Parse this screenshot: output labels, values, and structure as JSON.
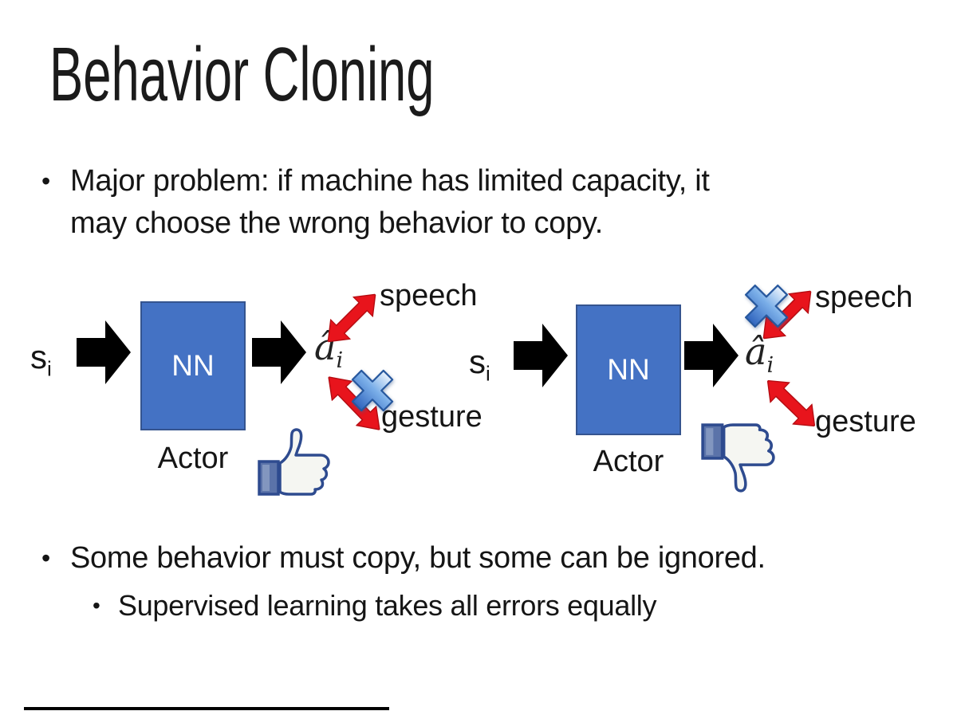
{
  "slide": {
    "title": "Behavior Cloning",
    "bullets": {
      "marker": "•",
      "b1_line1": "Major problem: if machine has limited capacity, it",
      "b1_line2": "may choose the wrong behavior to copy.",
      "b2": "Some behavior must copy, but some can be ignored.",
      "b2_sub": "Supervised learning takes all errors equally"
    }
  },
  "diagram_left": {
    "input_var": "s",
    "input_subscript": "i",
    "nn_label": "NN",
    "actor_label": "Actor",
    "output_var": "â",
    "output_subscript": "i",
    "speech_label": "speech",
    "gesture_label": "gesture",
    "crossed_out_behavior": "gesture",
    "feedback_icon": "thumbs-up-icon"
  },
  "diagram_right": {
    "input_var": "s",
    "input_subscript": "i",
    "nn_label": "NN",
    "actor_label": "Actor",
    "output_var": "â",
    "output_subscript": "i",
    "speech_label": "speech",
    "gesture_label": "gesture",
    "crossed_out_behavior": "speech",
    "feedback_icon": "thumbs-down-icon"
  },
  "colors": {
    "background": "#ffffff",
    "text_color": "#141414",
    "nn_box_fill": "#4472c4",
    "nn_box_border": "#35548f",
    "arrow_black": "#000000",
    "double_arrow_red": "#e8141c",
    "double_arrow_red_edge": "#b50d12",
    "cross_border": "#27589e",
    "like_outline_blue": "#2e4b8f",
    "sleeve_blue": "#5b73a9",
    "hand_fill": "#f5f6f2",
    "bottom_rule": "#000000"
  }
}
